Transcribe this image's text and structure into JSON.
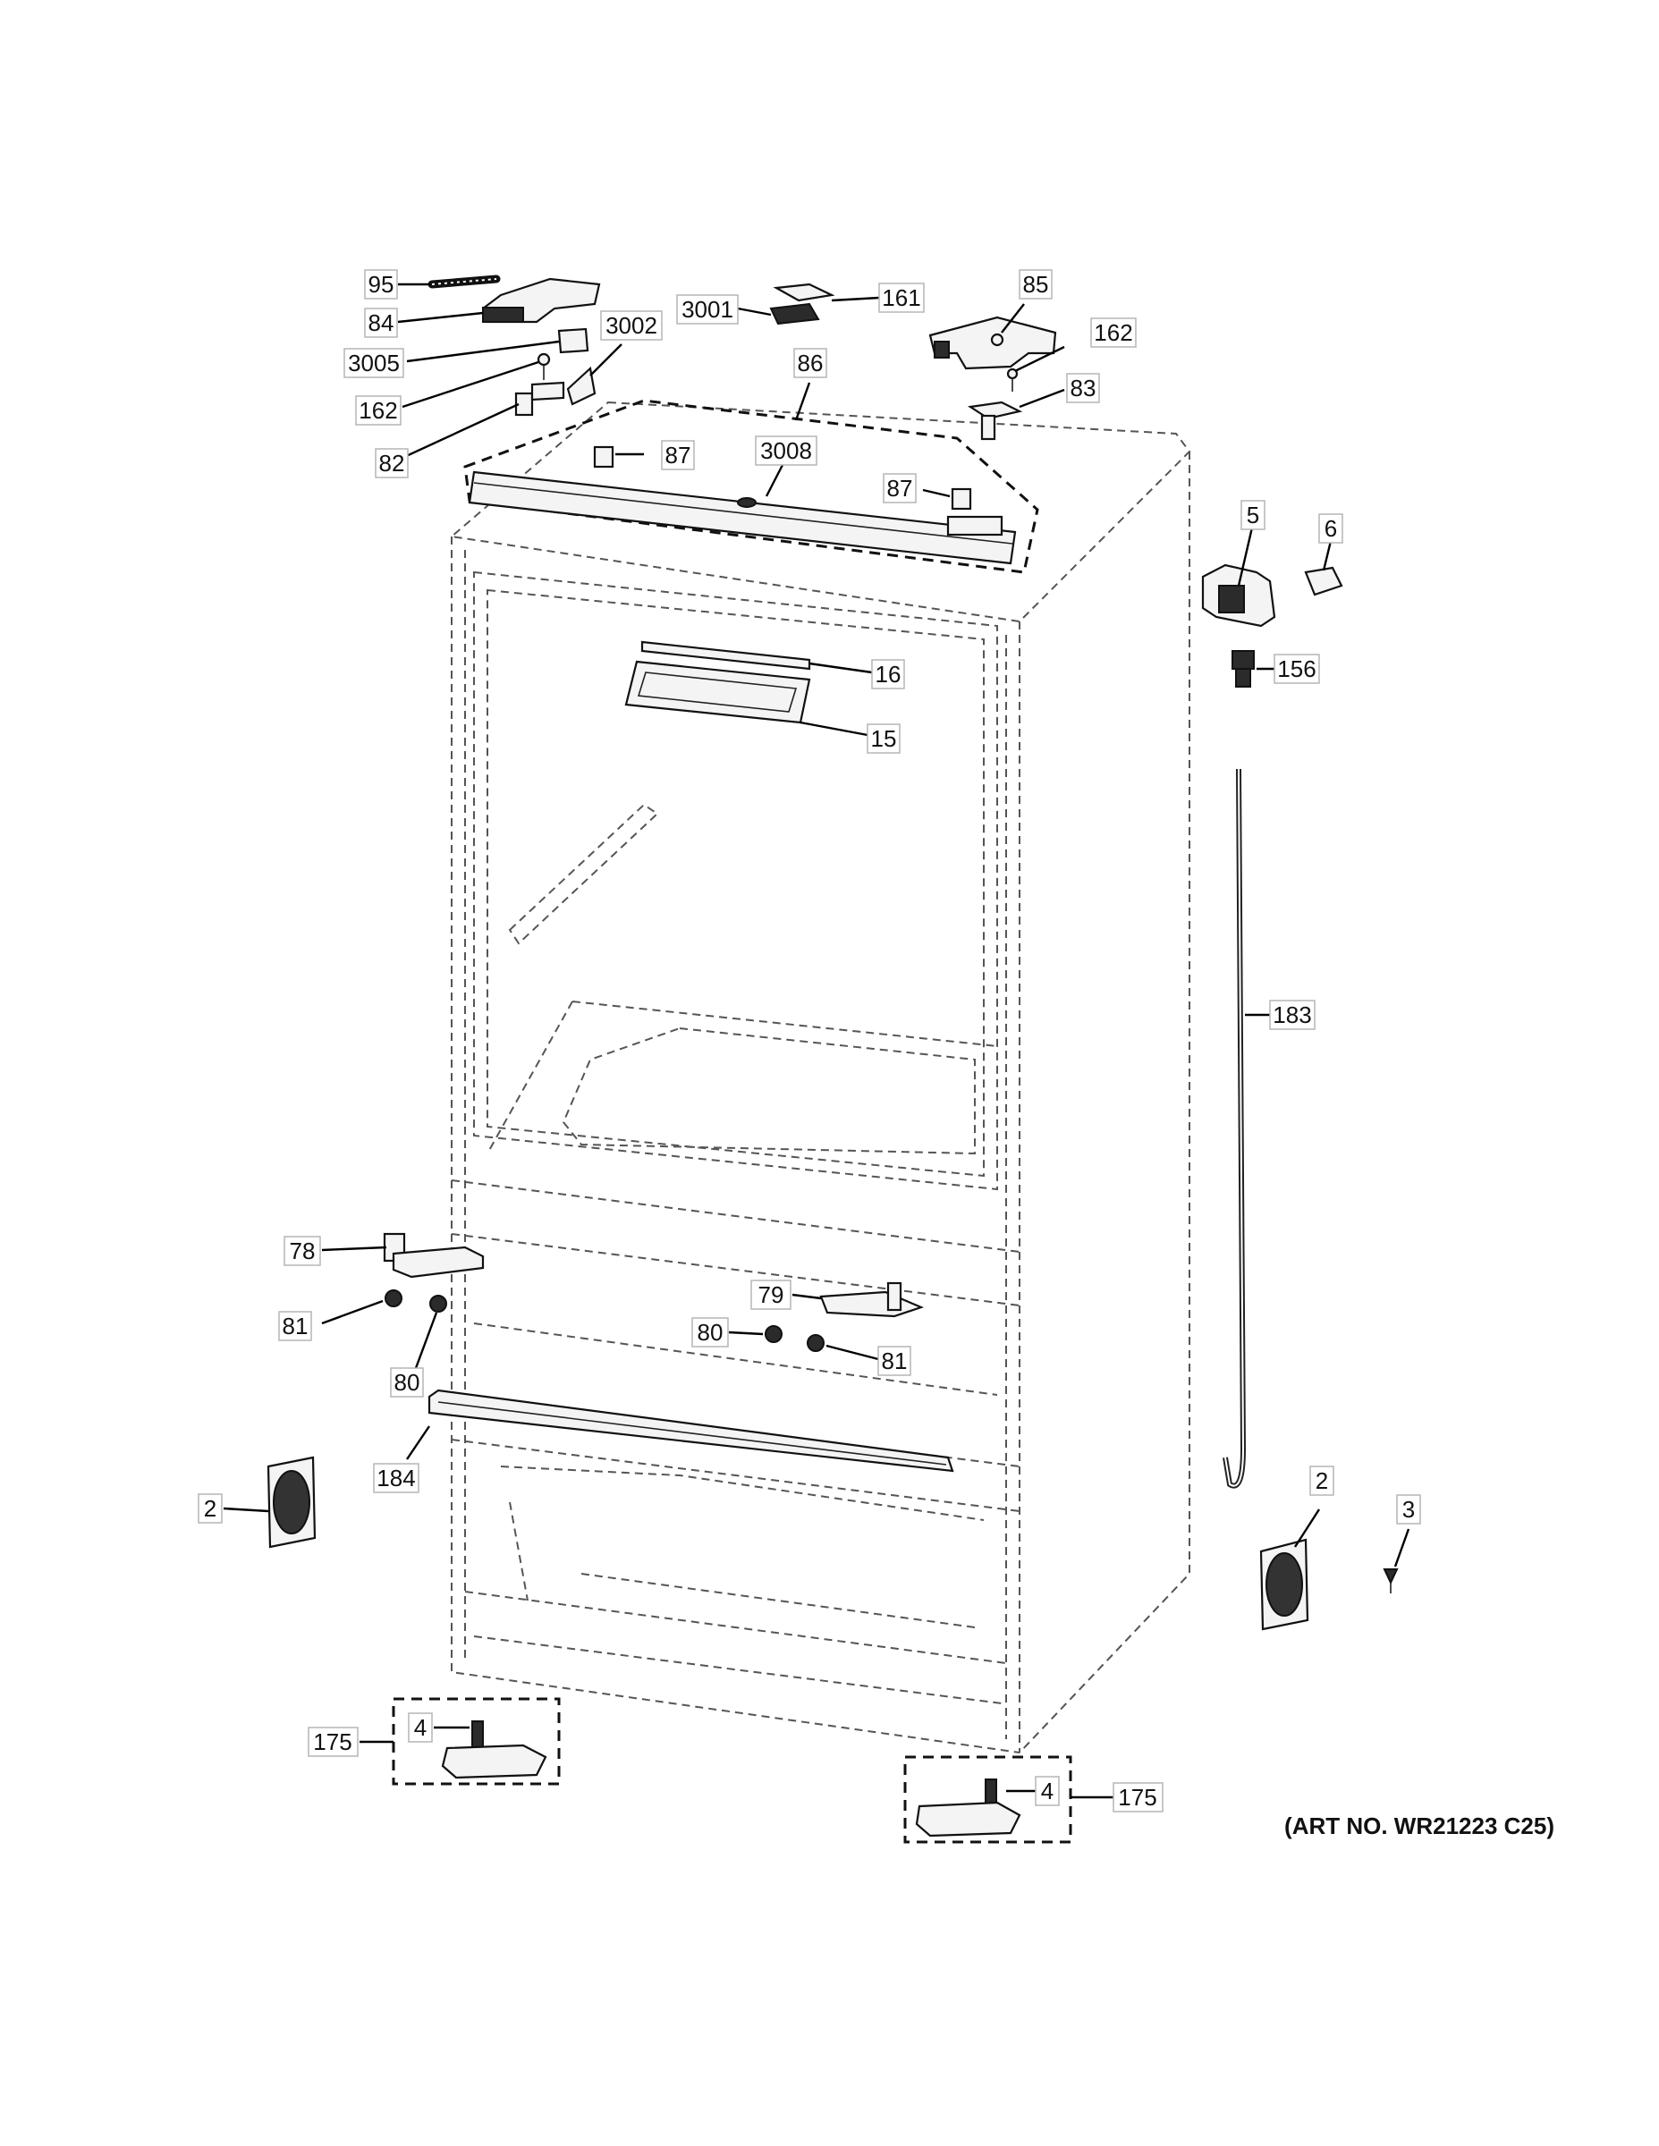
{
  "art_number": "(ART NO. WR21223 C25)",
  "callouts": [
    {
      "id": "c95",
      "label": "95"
    },
    {
      "id": "c84",
      "label": "84"
    },
    {
      "id": "c3005",
      "label": "3005"
    },
    {
      "id": "c3002",
      "label": "3002"
    },
    {
      "id": "c162a",
      "label": "162"
    },
    {
      "id": "c82",
      "label": "82"
    },
    {
      "id": "c3001",
      "label": "3001"
    },
    {
      "id": "c161",
      "label": "161"
    },
    {
      "id": "c86",
      "label": "86"
    },
    {
      "id": "c3008",
      "label": "3008"
    },
    {
      "id": "c87a",
      "label": "87"
    },
    {
      "id": "c87b",
      "label": "87"
    },
    {
      "id": "c85",
      "label": "85"
    },
    {
      "id": "c162b",
      "label": "162"
    },
    {
      "id": "c83",
      "label": "83"
    },
    {
      "id": "c5",
      "label": "5"
    },
    {
      "id": "c6",
      "label": "6"
    },
    {
      "id": "c156",
      "label": "156"
    },
    {
      "id": "c16",
      "label": "16"
    },
    {
      "id": "c15",
      "label": "15"
    },
    {
      "id": "c183",
      "label": "183"
    },
    {
      "id": "c78",
      "label": "78"
    },
    {
      "id": "c81a",
      "label": "81"
    },
    {
      "id": "c80a",
      "label": "80"
    },
    {
      "id": "c79",
      "label": "79"
    },
    {
      "id": "c80b",
      "label": "80"
    },
    {
      "id": "c81b",
      "label": "81"
    },
    {
      "id": "c184",
      "label": "184"
    },
    {
      "id": "c2a",
      "label": "2"
    },
    {
      "id": "c2b",
      "label": "2"
    },
    {
      "id": "c3",
      "label": "3"
    },
    {
      "id": "c175a",
      "label": "175"
    },
    {
      "id": "c4a",
      "label": "4"
    },
    {
      "id": "c175b",
      "label": "175"
    },
    {
      "id": "c4b",
      "label": "4"
    }
  ]
}
